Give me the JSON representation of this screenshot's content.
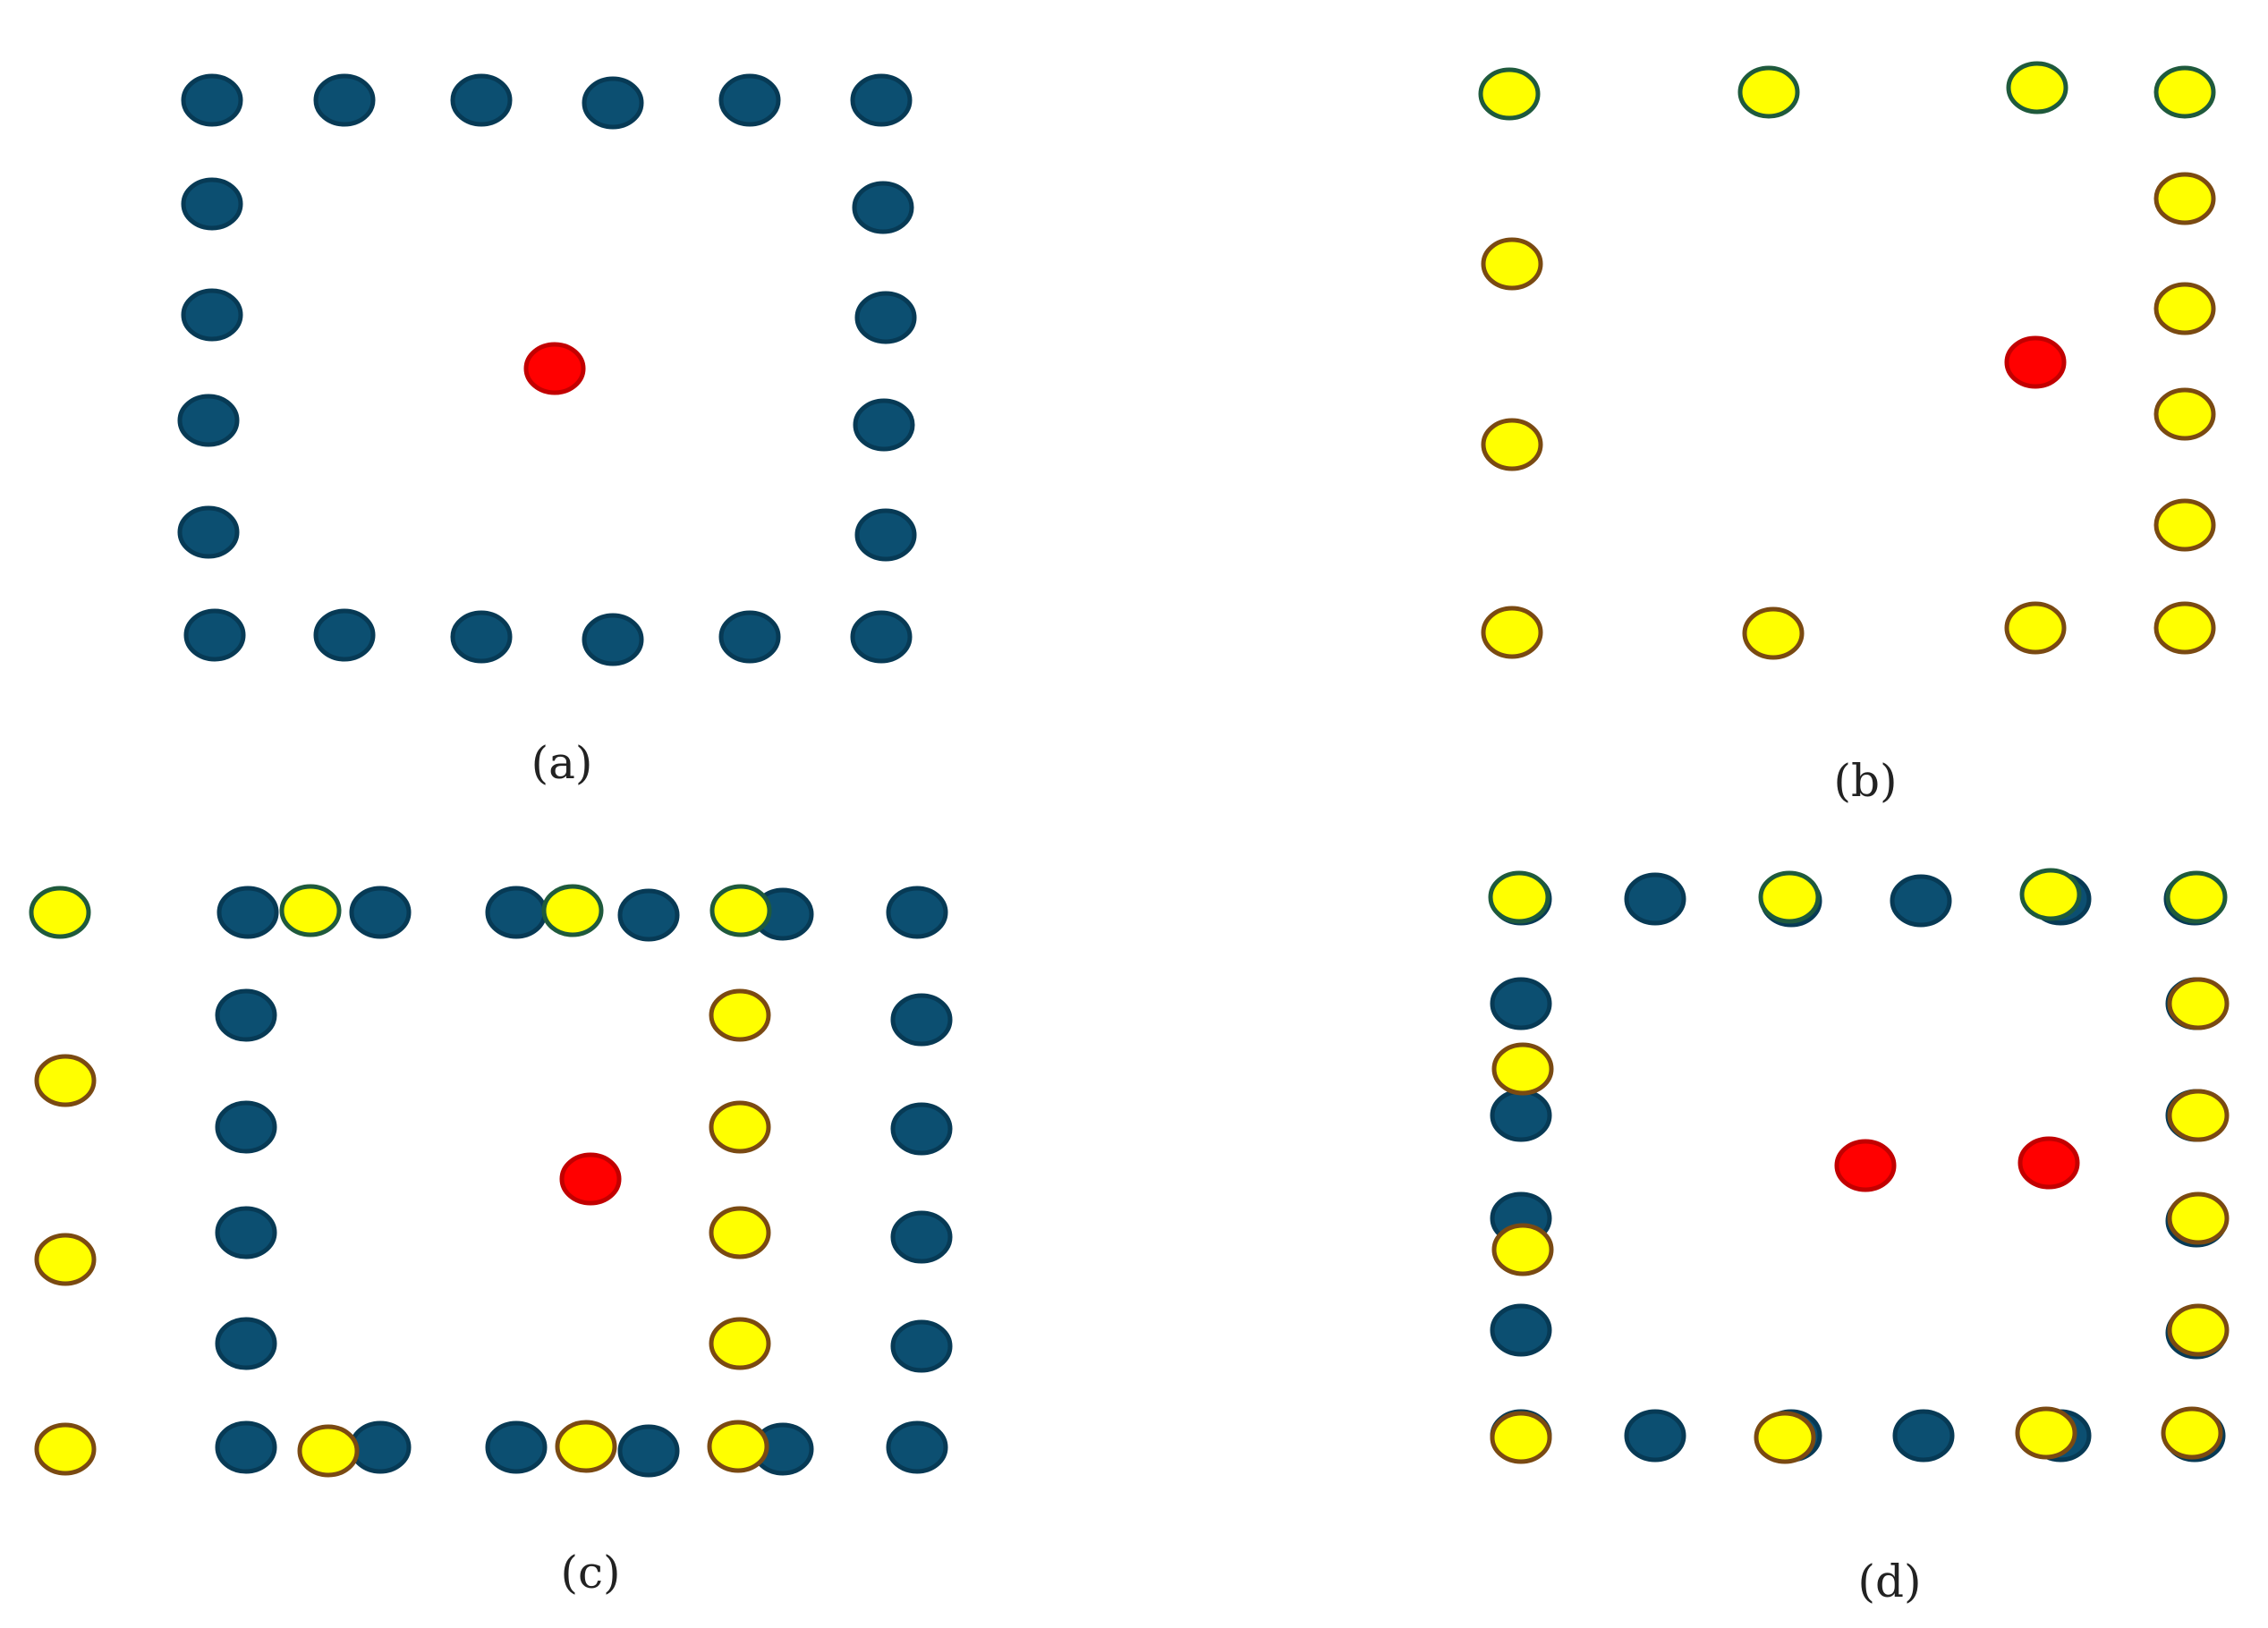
{
  "colors": {
    "blue_fill": "#0c4f71",
    "blue_stroke": "#073a55",
    "yellow_fill": "#ffff00",
    "green_stroke": "#1f5a3c",
    "brown_stroke": "#7a4a12",
    "red_fill": "#ff0000",
    "red_stroke": "#c20000"
  },
  "panels": [
    {
      "id": "a",
      "caption": "(a)"
    },
    {
      "id": "b",
      "caption": "(b)"
    },
    {
      "id": "c",
      "caption": "(c)"
    },
    {
      "id": "d",
      "caption": "(d)"
    }
  ]
}
